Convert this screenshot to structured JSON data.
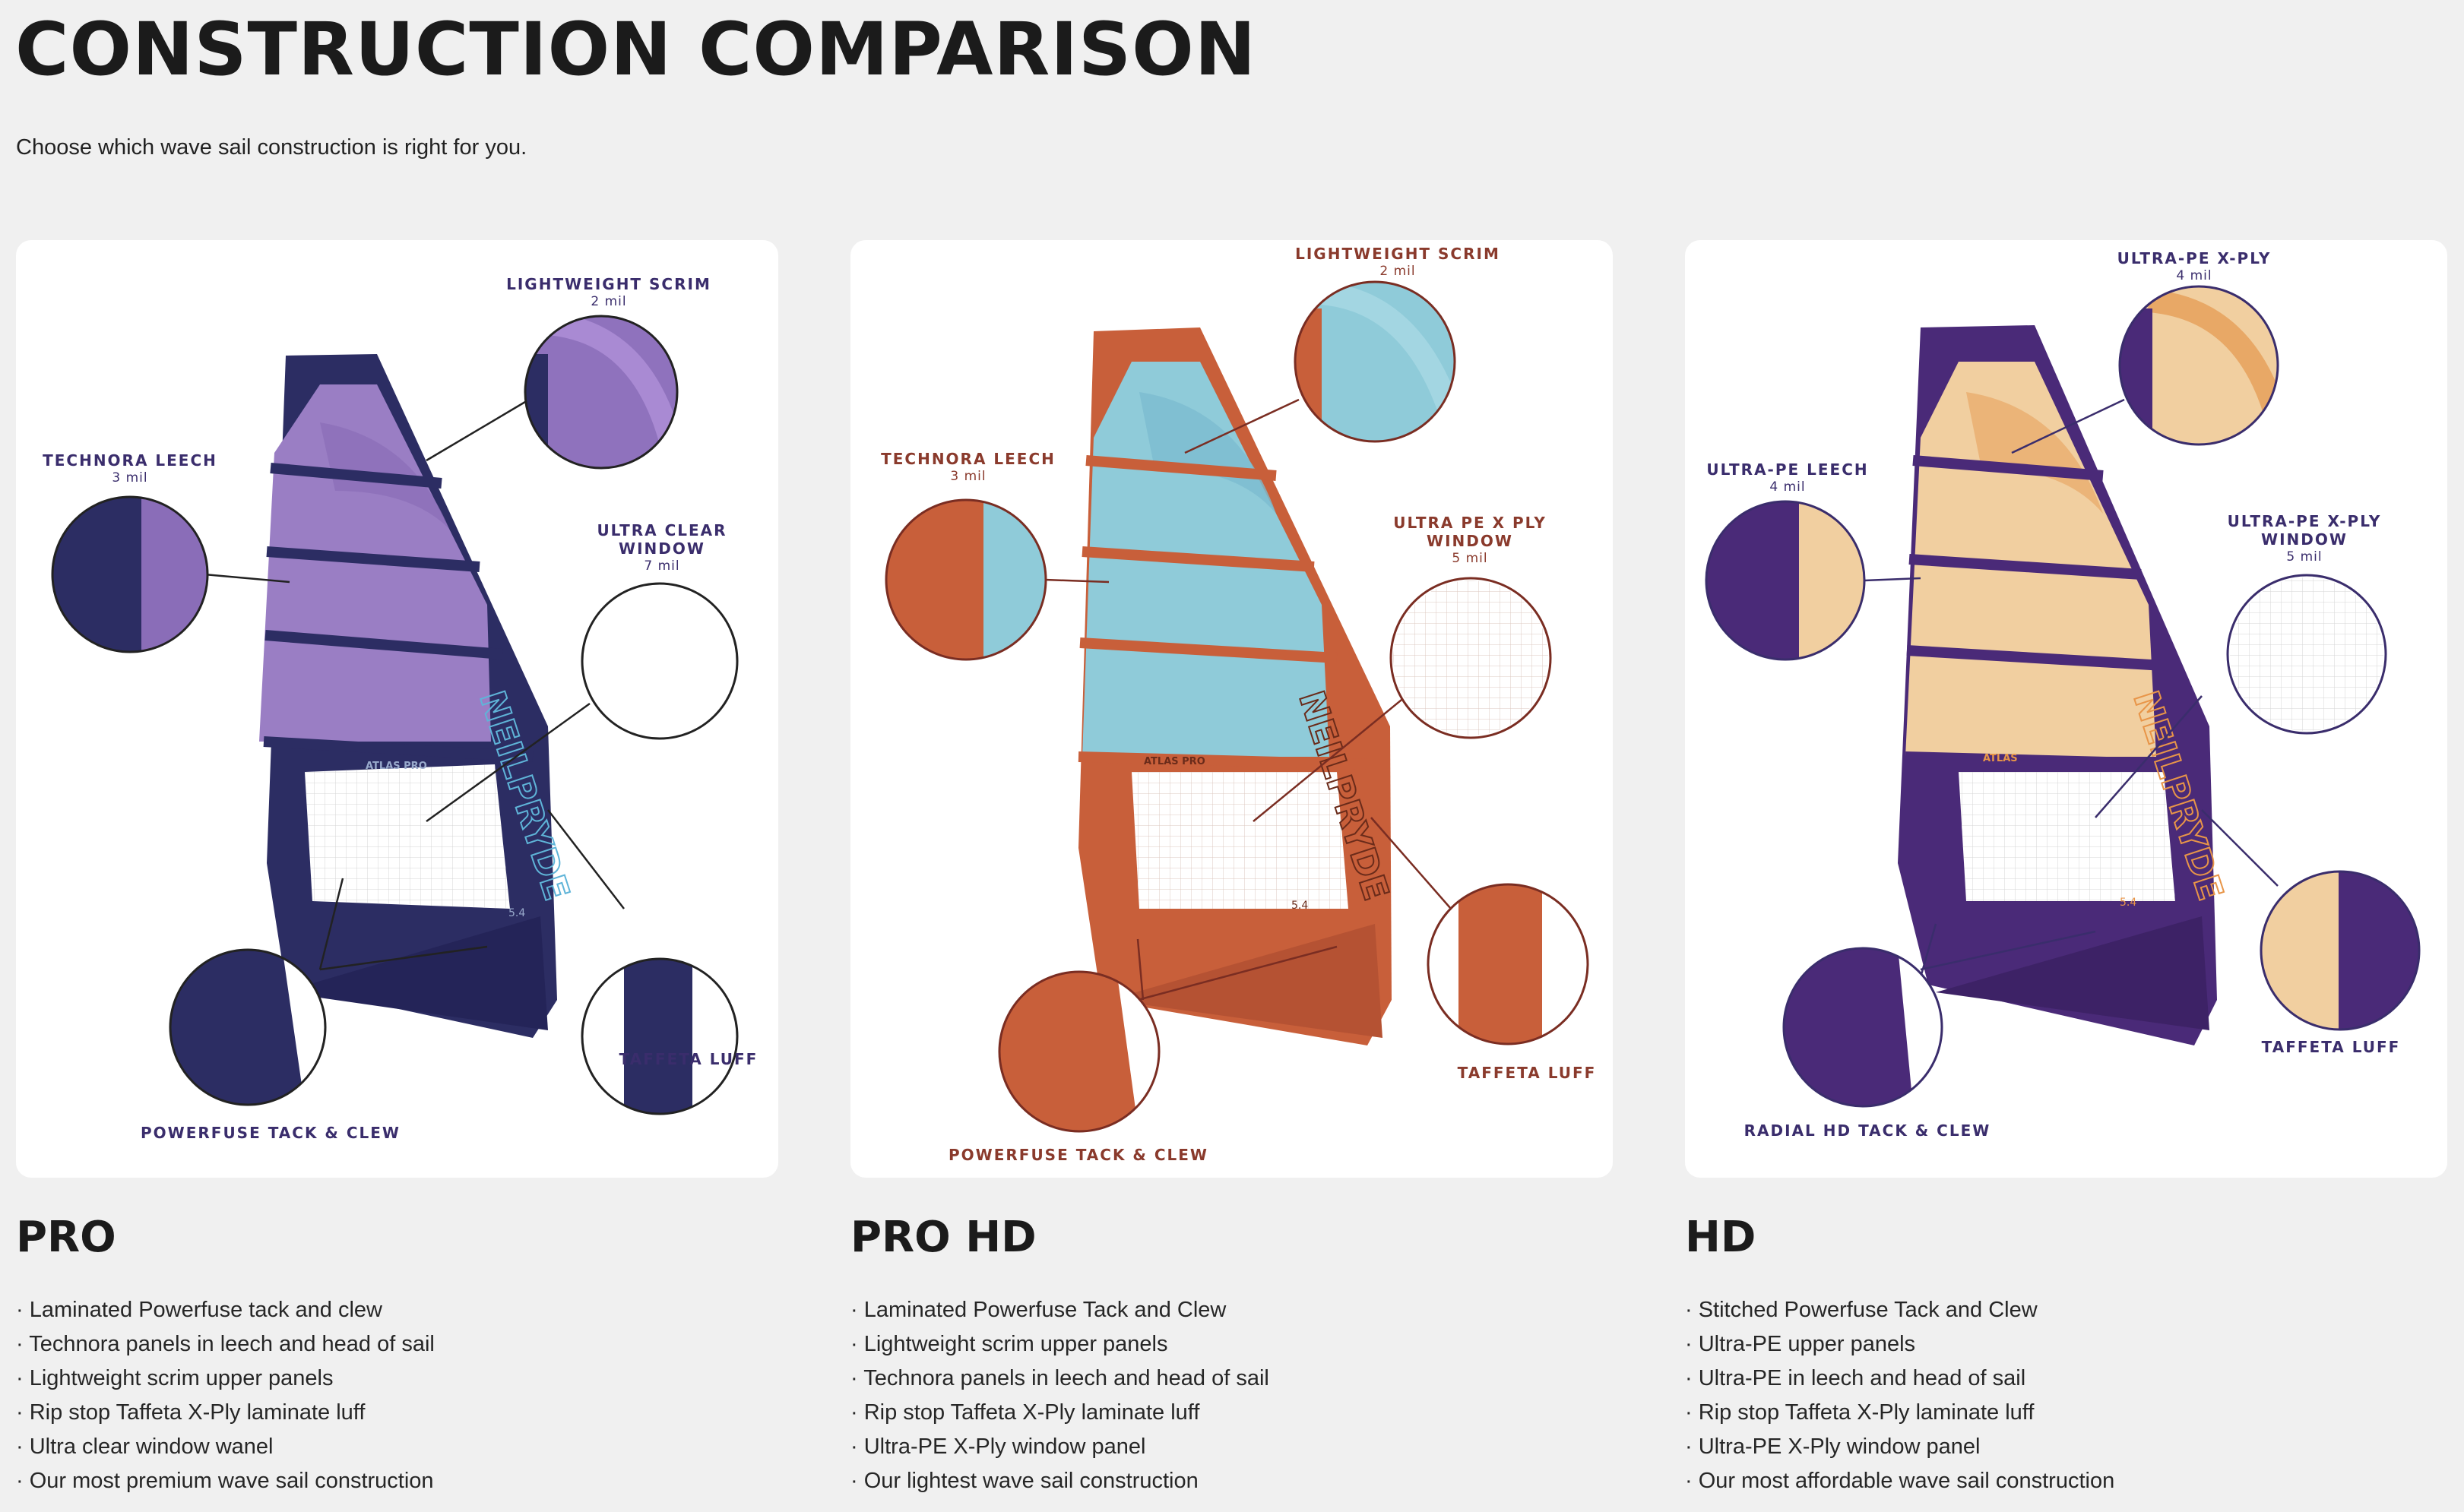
{
  "page": {
    "title": "CONSTRUCTION COMPARISON",
    "subtitle": "Choose which wave sail construction is right for you."
  },
  "columns": [
    {
      "name": "PRO",
      "brand_text": "NEILPRYDE",
      "model_text": "ATLAS PRO",
      "size_text": "5.4",
      "accent": "#3a2d6c",
      "frame_color": "#2c2d63",
      "panel_color": "#9a7ec4",
      "labels": {
        "scrim": {
          "title": "LIGHTWEIGHT SCRIM",
          "mil": "2 mil"
        },
        "leech": {
          "title": "TECHNORA LEECH",
          "mil": "3 mil"
        },
        "window": {
          "title_line1": "ULTRA CLEAR",
          "title_line2": "WINDOW",
          "mil": "7 mil"
        },
        "luff": {
          "title": "TAFFETA LUFF"
        },
        "tack": {
          "title": "POWERFUSE TACK & CLEW"
        }
      },
      "features": [
        "Laminated Powerfuse tack and clew",
        "Technora panels in leech and head of sail",
        "Lightweight scrim upper panels",
        "Rip stop Taffeta X-Ply laminate luff",
        "Ultra clear window wanel",
        "Our most premium wave sail construction"
      ]
    },
    {
      "name": "PRO HD",
      "brand_text": "NEILPRYDE",
      "model_text": "ATLAS PRO",
      "size_text": "5.4",
      "accent": "#8a3a2c",
      "frame_color": "#c85f3a",
      "panel_color": "#8fcbd9",
      "labels": {
        "scrim": {
          "title": "LIGHTWEIGHT SCRIM",
          "mil": "2 mil"
        },
        "leech": {
          "title": "TECHNORA LEECH",
          "mil": "3 mil"
        },
        "window": {
          "title_line1": "ULTRA PE X PLY",
          "title_line2": "WINDOW",
          "mil": "5 mil"
        },
        "luff": {
          "title": "TAFFETA LUFF"
        },
        "tack": {
          "title": "POWERFUSE TACK & CLEW"
        }
      },
      "features": [
        "Laminated Powerfuse Tack and Clew",
        "Lightweight scrim upper panels",
        "Technora panels in leech and head of sail",
        "Rip stop Taffeta X-Ply laminate luff",
        "Ultra-PE X-Ply window panel",
        "Our lightest wave sail construction"
      ]
    },
    {
      "name": "HD",
      "brand_text": "NEILPRYDE",
      "model_text": "ATLAS",
      "size_text": "5.4",
      "accent": "#3a2d6c",
      "frame_color": "#4a2a78",
      "panel_color": "#f1cfa0",
      "labels": {
        "scrim": {
          "title": "ULTRA-PE X-PLY",
          "mil": "4 mil"
        },
        "leech": {
          "title": "ULTRA-PE LEECH",
          "mil": "4 mil"
        },
        "window": {
          "title_line1": "ULTRA-PE X-PLY",
          "title_line2": "WINDOW",
          "mil": "5 mil"
        },
        "luff": {
          "title": "TAFFETA LUFF"
        },
        "tack": {
          "title": "RADIAL HD TACK & CLEW"
        }
      },
      "features": [
        "Stitched Powerfuse Tack and Clew",
        "Ultra-PE upper panels",
        "Ultra-PE in leech and head of sail",
        "Rip stop Taffeta X-Ply laminate luff",
        "Ultra-PE X-Ply window panel",
        "Our most affordable wave sail construction"
      ]
    }
  ]
}
